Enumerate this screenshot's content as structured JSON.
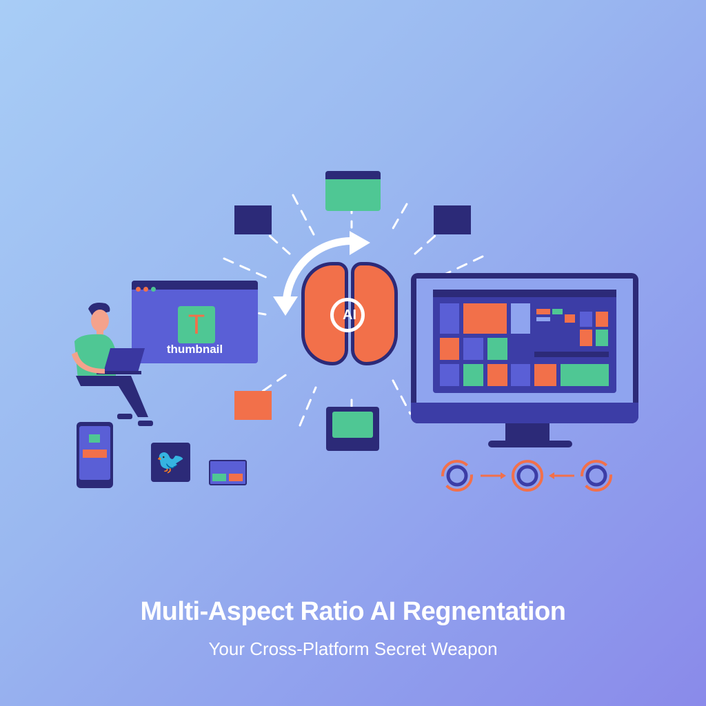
{
  "headline": {
    "title": "Multi-Aspect Ratio AI Regnentation",
    "subtitle": "Your Cross-Platform Secret Weapon"
  },
  "illustration": {
    "thumbnail_window": {
      "label": "thumbnail",
      "icon_letter": "T"
    },
    "brain": {
      "badge": "AI"
    },
    "icons": [
      "person-with-laptop-icon",
      "phone-icon",
      "twitter-bird-icon",
      "mini-window-icon",
      "brain-icon",
      "refresh-arrows-icon",
      "desktop-monitor-icon",
      "cycle-circles-icon"
    ]
  },
  "colors": {
    "background_start": "#a8cdf6",
    "background_end": "#8a8aea",
    "navy": "#2c2a78",
    "indigo": "#5a5fd6",
    "orange": "#f2704a",
    "green": "#4fc794",
    "white": "#ffffff"
  }
}
